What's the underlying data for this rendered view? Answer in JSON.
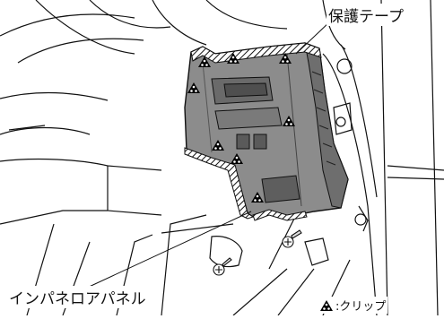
{
  "labels": {
    "protective_tape": "保護テープ",
    "instrument_panel": "インパネロアパネル"
  },
  "legend": {
    "icon": "clip-marker-icon",
    "text": ":クリップ"
  },
  "colors": {
    "panel_fill": "#8c8c8c",
    "panel_dark": "#5e5e5e",
    "tape_hatch": "#222222",
    "line": "#111111"
  }
}
